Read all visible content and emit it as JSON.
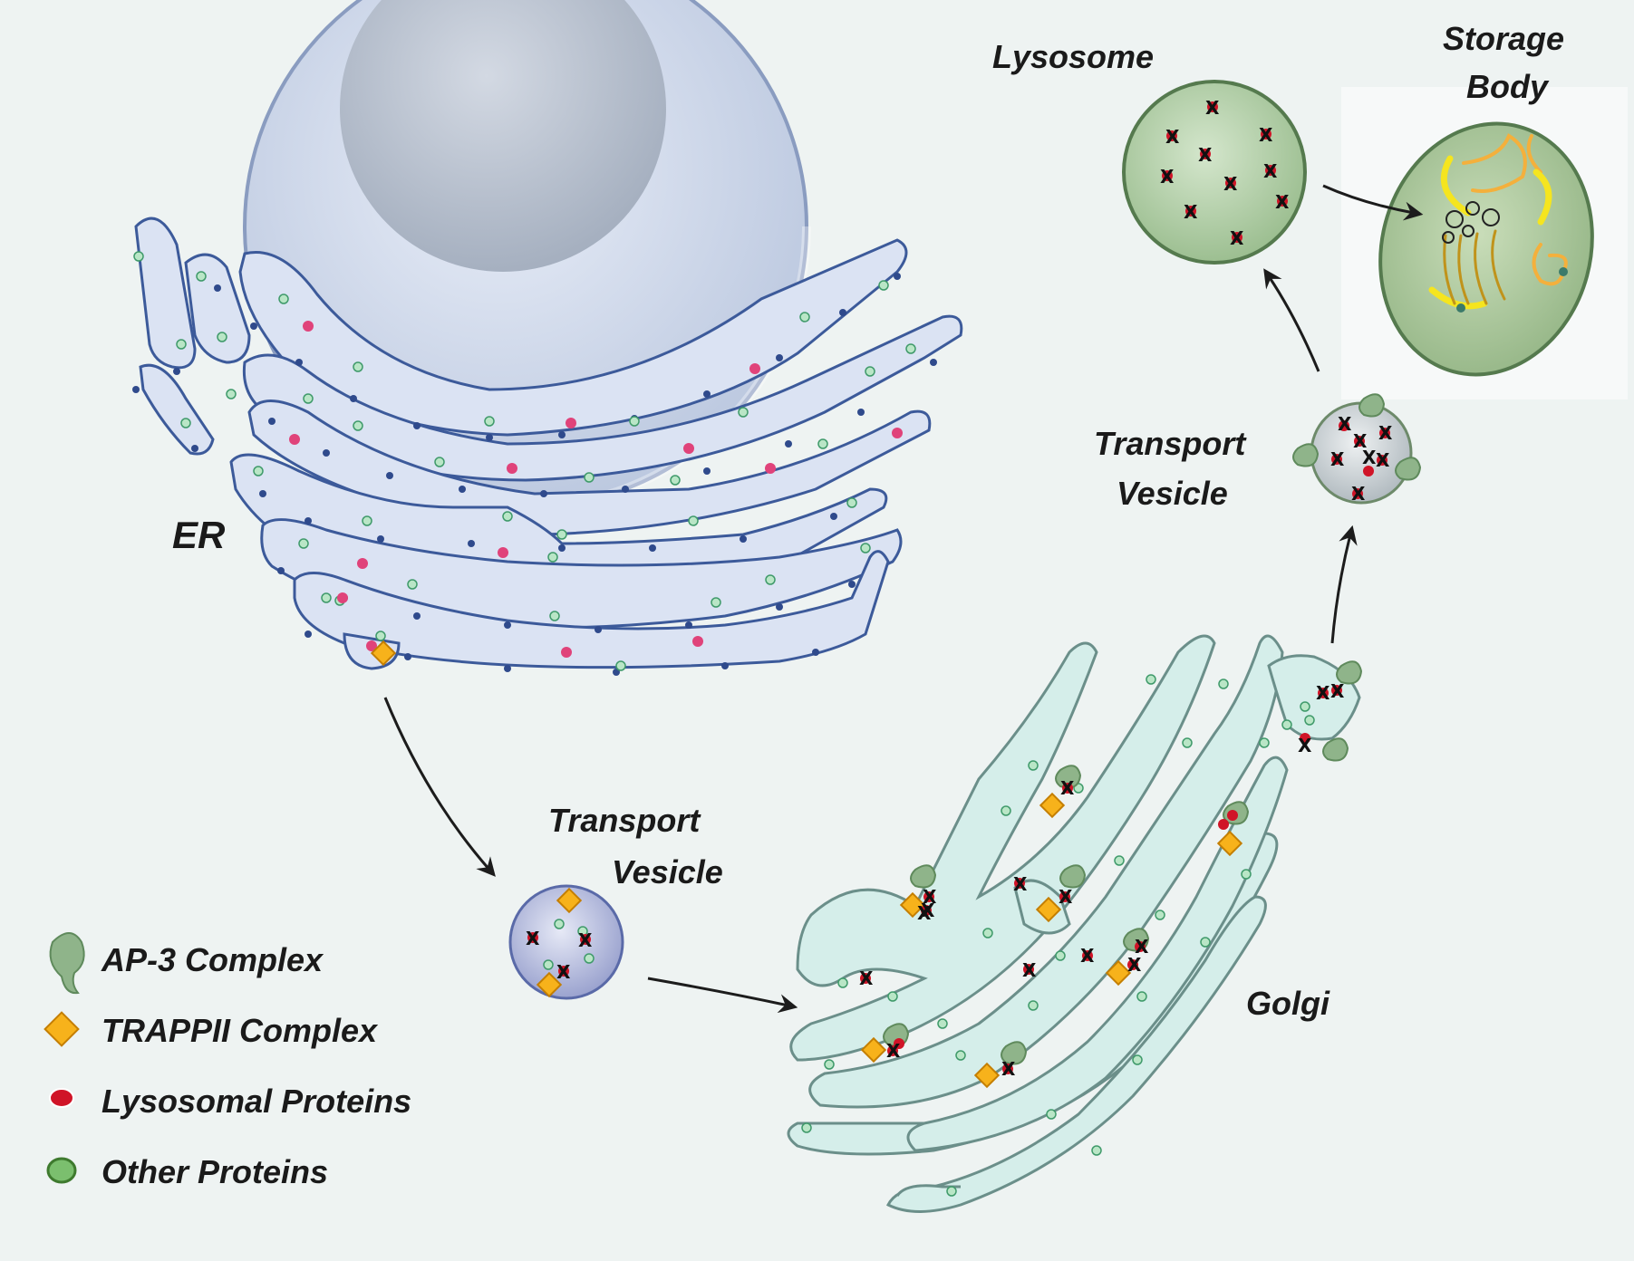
{
  "labels": {
    "er": "ER",
    "golgi": "Golgi",
    "lysosome": "Lysosome",
    "storage_line1": "Storage",
    "storage_line2": "Body",
    "tv1_line1": "Transport",
    "tv1_line2": "Vesicle",
    "tv2_line1": "Transport",
    "tv2_line2": "Vesicle"
  },
  "legend": [
    {
      "icon": "ap3-complex-icon",
      "text": "AP-3 Complex"
    },
    {
      "icon": "trappii-complex-icon",
      "text": "TRAPPII Complex"
    },
    {
      "icon": "lysosomal-protein-icon",
      "text": "Lysosomal Proteins"
    },
    {
      "icon": "other-protein-icon",
      "text": "Other Proteins"
    }
  ],
  "colors": {
    "background": "#eef3f2",
    "er_fill": "#dbe3f3",
    "er_stroke": "#3c5a9a",
    "golgi_fill": "#d5eeea",
    "golgi_stroke": "#6b8f8a",
    "lysosome_fill": "#a9c79e",
    "ap3": "#8fb48a",
    "trappii": "#f7b21b",
    "lysosomal_protein": "#d01427",
    "other_protein": "#a8dcc0"
  }
}
